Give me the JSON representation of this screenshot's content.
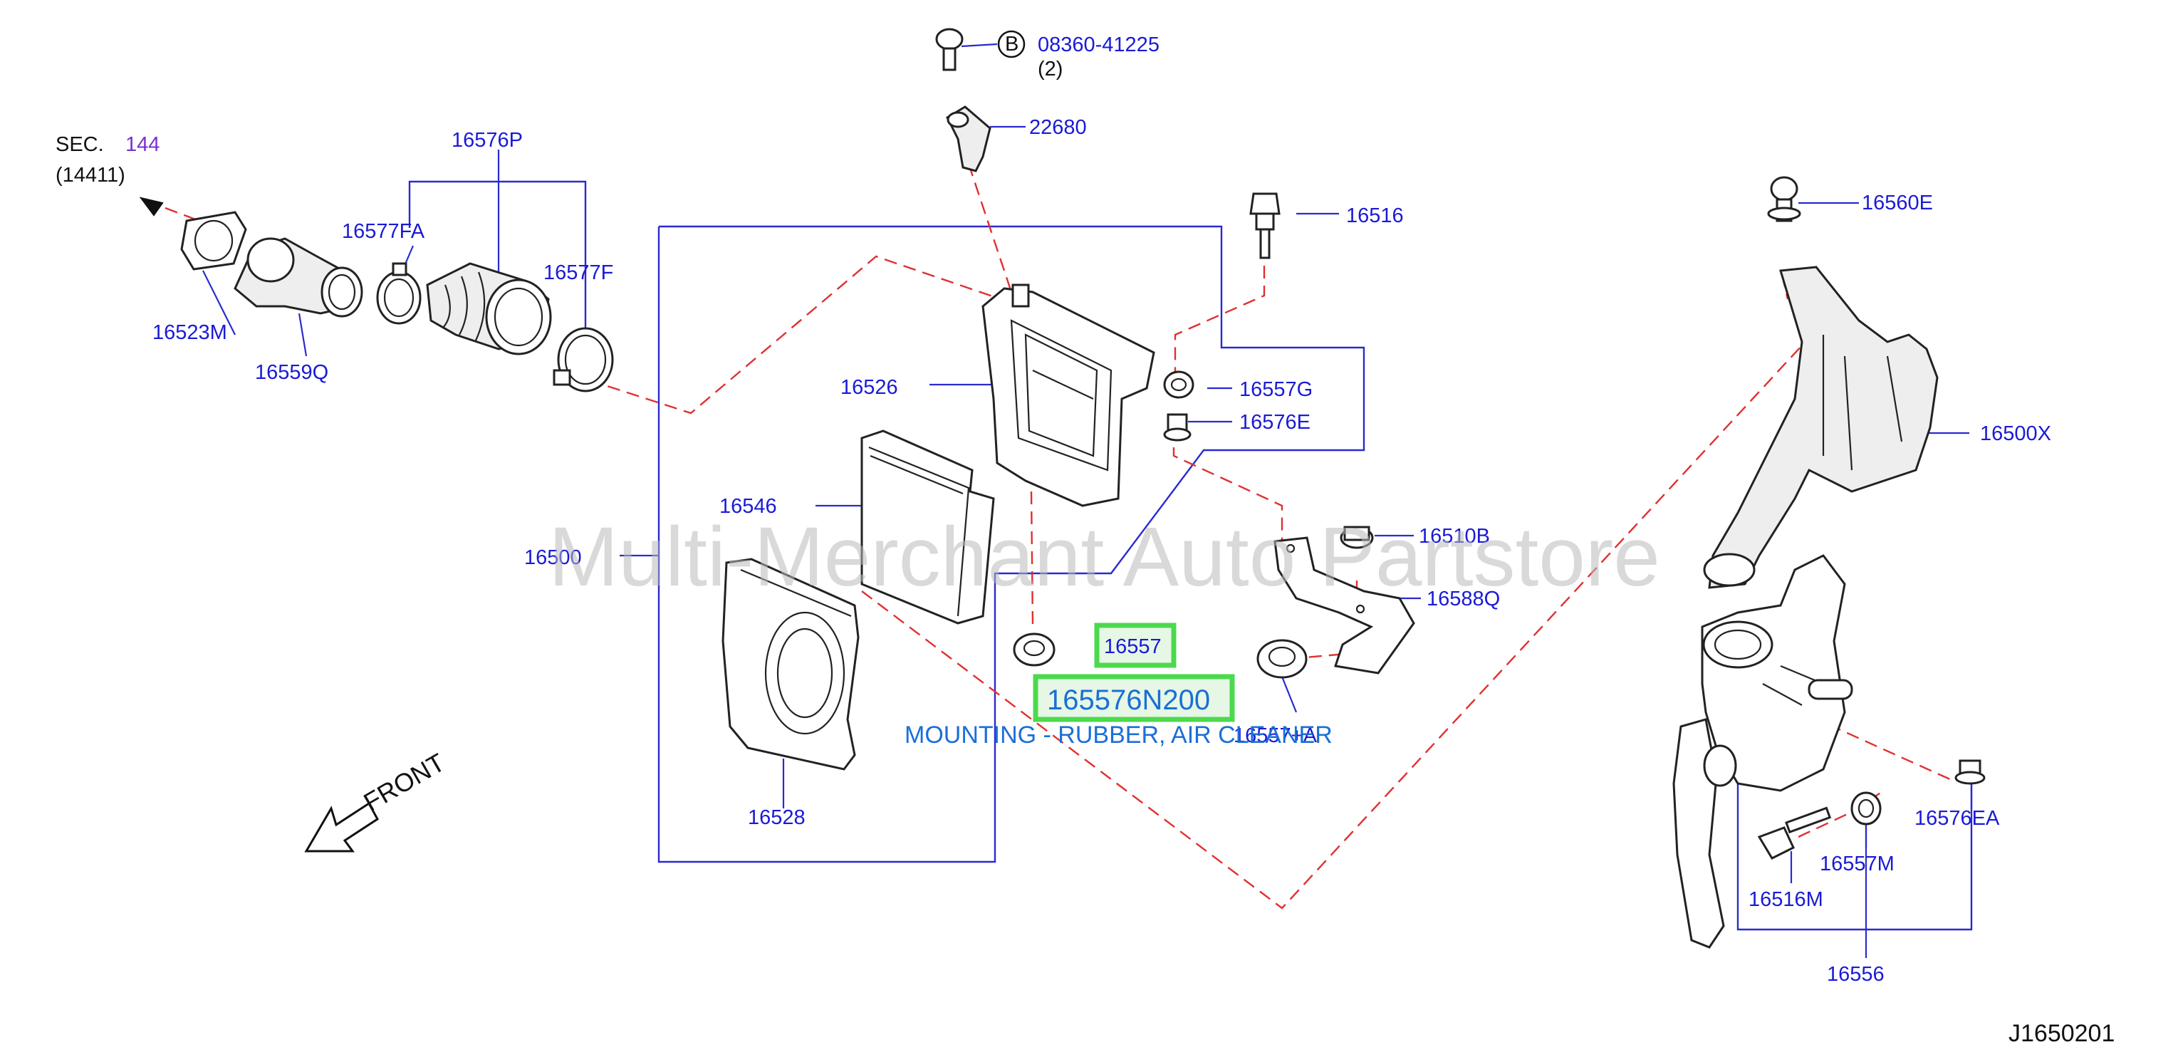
{
  "labels": {
    "sec": "SEC.",
    "sec_num": "144",
    "sec_sub": "(14411)",
    "p16576P": "16576P",
    "p16577FA": "16577FA",
    "p16577F": "16577F",
    "p16523M": "16523M",
    "p16559Q": "16559Q",
    "circle_b": "B",
    "bolt_code": "08360-41225",
    "bolt_qty": "(2)",
    "p22680": "22680",
    "p16516": "16516",
    "p16557G": "16557G",
    "p16576E": "16576E",
    "p16526": "16526",
    "p16546": "16546",
    "p16500": "16500",
    "p16510B": "16510B",
    "p16588Q": "16588Q",
    "p16557": "16557",
    "p16557A": "16557+A",
    "p16528": "16528",
    "p16560E": "16560E",
    "p16500X": "16500X",
    "p16576EA": "16576EA",
    "p16557M": "16557M",
    "p16516M": "16516M",
    "p16556": "16556",
    "front": "FRONT"
  },
  "highlight": {
    "part_number": "165576N200",
    "description": "MOUNTING - RUBBER, AIR CLEANER"
  },
  "watermark": "Multi-Merchant Auto Partstore",
  "diagram_code": "J1650201",
  "colors": {
    "label": "#1a1ad6",
    "leader": "#2a2ad0",
    "dashed": "#e03030",
    "highlight_border": "#4cd94c",
    "highlight_fill": "#e6f7e6",
    "watermark": "#b9b9b9"
  }
}
